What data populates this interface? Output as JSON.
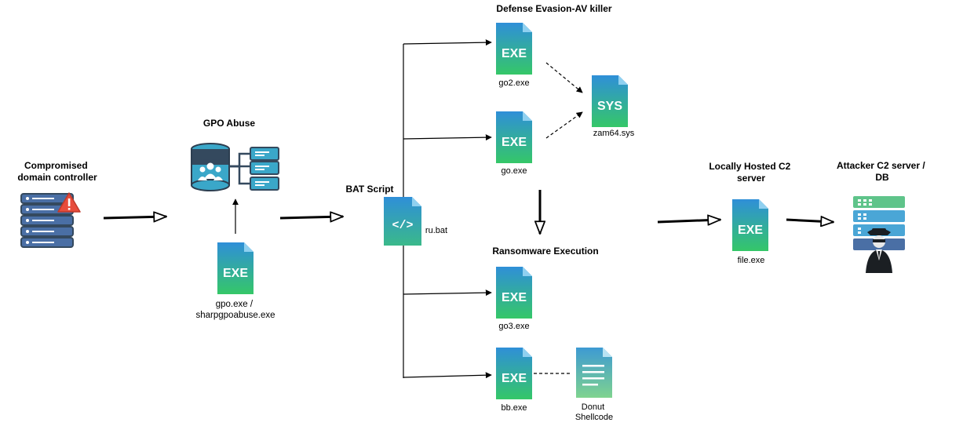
{
  "nodes": {
    "domain_controller": {
      "title": "Compromised\ndomain controller"
    },
    "gpo_abuse": {
      "title": "GPO Abuse"
    },
    "gpo_exe": {
      "badge": "EXE",
      "label": "gpo.exe /\nsharpgpoabuse.exe"
    },
    "bat_script": {
      "title": "BAT Script",
      "badge": "</>",
      "label": "ru.bat"
    },
    "defense_evasion": {
      "title": "Defense Evasion-AV killer"
    },
    "go2": {
      "badge": "EXE",
      "label": "go2.exe"
    },
    "go": {
      "badge": "EXE",
      "label": "go.exe"
    },
    "zam64": {
      "badge": "SYS",
      "label": "zam64.sys"
    },
    "ransomware": {
      "title": "Ransomware Execution"
    },
    "go3": {
      "badge": "EXE",
      "label": "go3.exe"
    },
    "bb": {
      "badge": "EXE",
      "label": "bb.exe"
    },
    "donut": {
      "label": "Donut\nShellcode"
    },
    "local_c2": {
      "title": "Locally Hosted C2\nserver",
      "badge": "EXE",
      "label": "file.exe"
    },
    "attacker_c2": {
      "title": "Attacker C2 server /\nDB"
    }
  },
  "colors": {
    "file_gradient_top": "#2f8fd8",
    "file_gradient_bottom": "#35c768",
    "server_blue": "#4a6fa5",
    "server_dark": "#34495e",
    "warning_red": "#e74c3c",
    "gpo_teal": "#3aa7c9",
    "attacker_green": "#5fc48a"
  }
}
